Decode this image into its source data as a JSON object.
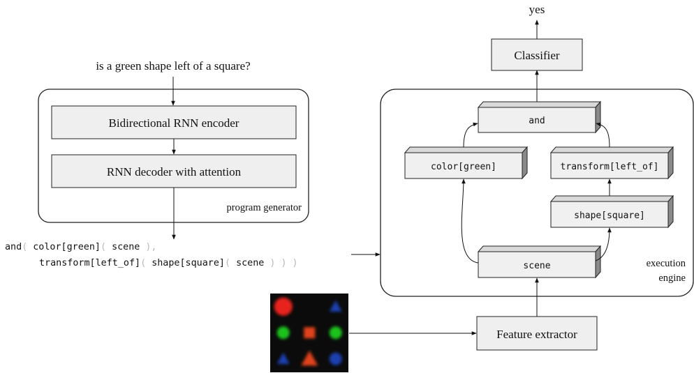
{
  "question": "is a green shape left of a square?",
  "answer": "yes",
  "program_generator": {
    "label": "program generator",
    "encoder": "Bidirectional RNN encoder",
    "decoder": "RNN decoder with attention"
  },
  "program": {
    "line1": [
      {
        "text": "and",
        "style": "code"
      },
      {
        "text": "(",
        "style": "punct"
      },
      {
        "text": "color[green]",
        "style": "code"
      },
      {
        "text": "(",
        "style": "punct"
      },
      {
        "text": "scene",
        "style": "code"
      },
      {
        "text": "),",
        "style": "punct"
      }
    ],
    "line2": [
      {
        "text": "transform[left_of]",
        "style": "code"
      },
      {
        "text": "(",
        "style": "punct"
      },
      {
        "text": "shape[square]",
        "style": "code"
      },
      {
        "text": "(",
        "style": "punct"
      },
      {
        "text": "scene",
        "style": "code"
      },
      {
        "text": ")",
        "style": "punct"
      },
      {
        "text": ")",
        "style": "punct"
      },
      {
        "text": ")",
        "style": "punct"
      }
    ]
  },
  "classifier": "Classifier",
  "execution_engine": {
    "label_line1": "execution",
    "label_line2": "engine",
    "modules": {
      "and": "and",
      "color": "color[green]",
      "transform": "transform[left_of]",
      "shape": "shape[square]",
      "scene": "scene"
    }
  },
  "feature_extractor": "Feature extractor",
  "input_image": {
    "background": "#0b0b0b",
    "shapes": [
      {
        "shape": "circle",
        "color": "#e8231f"
      },
      {
        "shape": "none",
        "color": ""
      },
      {
        "shape": "triangle",
        "color": "#1a3fb0"
      },
      {
        "shape": "circle",
        "color": "#1fc21f"
      },
      {
        "shape": "square",
        "color": "#e0431c"
      },
      {
        "shape": "circle",
        "color": "#1fc21f"
      },
      {
        "shape": "triangle",
        "color": "#1a3fb0"
      },
      {
        "shape": "triangle",
        "color": "#e0431c"
      },
      {
        "shape": "circle",
        "color": "#1a3fb0"
      }
    ]
  }
}
